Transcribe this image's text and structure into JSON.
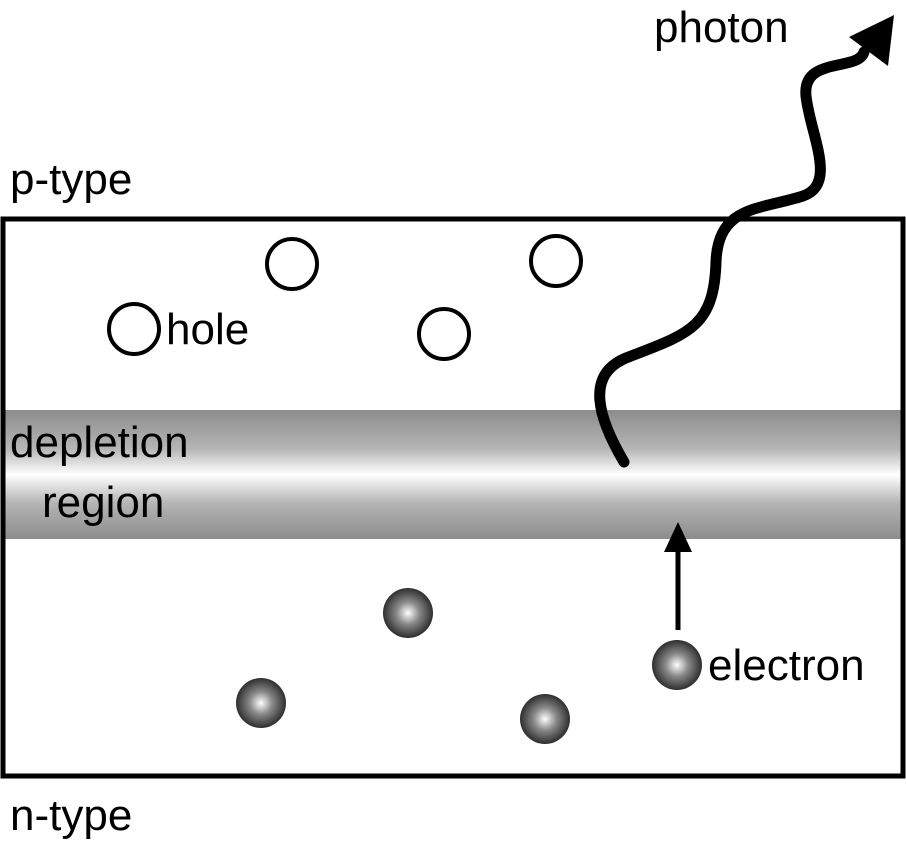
{
  "labels": {
    "photon": "photon",
    "p_type": "p-type",
    "hole": "hole",
    "depletion_line1": "depletion",
    "depletion_line2": "region",
    "electron": "electron",
    "n_type": "n-type"
  },
  "colors": {
    "outline": "#000000",
    "background": "#ffffff",
    "band_dark": "#8c8c8c",
    "band_light": "#ffffff",
    "electron_light": "#ffffff",
    "electron_dark": "#333333"
  }
}
